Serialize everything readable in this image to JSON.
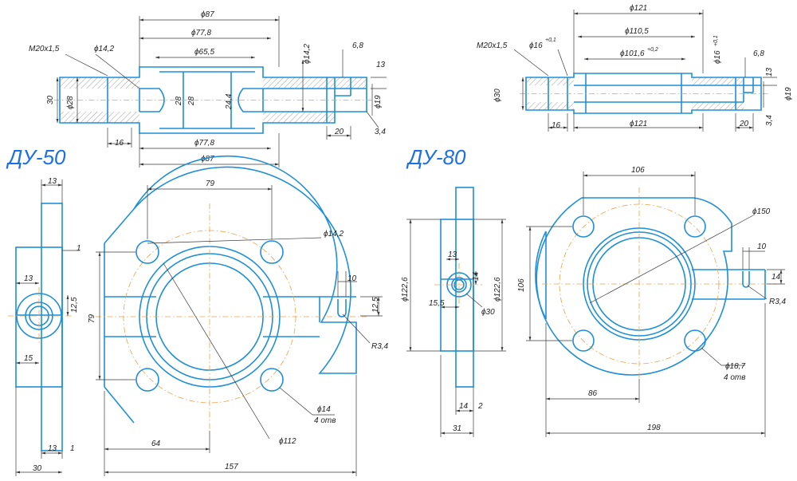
{
  "titles": {
    "du50": "ДУ-50",
    "du80": "ДУ-80"
  },
  "du50_section": {
    "d87_top": "ϕ87",
    "d77_8_top": "ϕ77,8",
    "d65_5": "ϕ65,5",
    "thread": "M20x1,5",
    "d14_2_left": "ϕ14,2",
    "d14_2_right": "ϕ14,2",
    "d6_8": "6,8",
    "d13": "13",
    "d30": "30",
    "d28": "ϕ28",
    "r28a": "28",
    "r28b": "28",
    "d24_4": "24,4",
    "d19": "ϕ19",
    "d16": "16",
    "d20": "20",
    "d3_4": "3,4",
    "d77_8_bot": "ϕ77,8",
    "d87_bot": "ϕ87"
  },
  "du80_section": {
    "d121_top": "ϕ121",
    "d110_5": "ϕ110,5",
    "d101_6": "ϕ101,6",
    "tol_02": "+0,2",
    "thread": "M20x1,5",
    "d16_left": "ϕ16",
    "tol_01_left": "+0,1",
    "d16_right": "ϕ16",
    "tol_01_right": "+0,1",
    "d6_8": "6,8",
    "d13": "13",
    "d30": "ϕ30",
    "d19": "ϕ19",
    "d16_bot": "16",
    "d121_bot": "ϕ121",
    "d20": "20",
    "d3_4": "3,4"
  },
  "du50_side": {
    "d13_top": "13",
    "d1_top": "1",
    "d13_boss": "13",
    "d12_5": "12,5",
    "d15": "15",
    "d13_bot": "13",
    "d1_bot": "1",
    "d30": "30"
  },
  "du50_front": {
    "d79_top": "79",
    "d14_2": "ϕ14,2",
    "d10": "10",
    "d12_5": "12,5",
    "d79_left": "79",
    "r3_4": "R3,4",
    "d14_holes": "ϕ14",
    "holes_note": "4 отв",
    "d64": "64",
    "d112": "ϕ112",
    "d157": "157"
  },
  "du80_side": {
    "d122_6_left": "ϕ122,6",
    "d13": "13",
    "d14": "14",
    "d122_6_right": "ϕ122,6",
    "d15_5": "15,5",
    "d30": "ϕ30",
    "d14_bot": "14",
    "d2": "2",
    "d31": "31"
  },
  "du80_front": {
    "d106_top": "106",
    "d150": "ϕ150",
    "d10": "10",
    "d14": "14",
    "d106_left": "106",
    "r3_4": "R3,4",
    "d18_7": "ϕ18,7",
    "holes_note": "4 отв",
    "d86": "86",
    "d198": "198"
  },
  "colors": {
    "outline": "#1f8fd6",
    "center": "#e8a24a",
    "title": "#1e6fe0",
    "dim": "#3a3a3a"
  }
}
